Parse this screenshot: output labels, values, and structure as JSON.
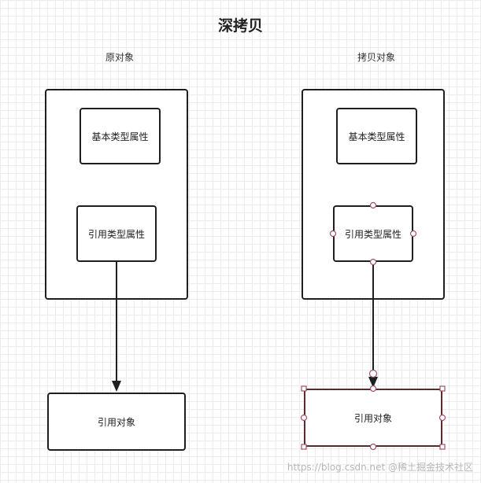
{
  "title": "深拷贝",
  "left": {
    "label": "原对象",
    "basic_label": "基本类型属性",
    "ref_label": "引用类型属性",
    "target_label": "引用对象"
  },
  "right": {
    "label": "拷贝对象",
    "basic_label": "基本类型属性",
    "ref_label": "引用类型属性",
    "target_label": "引用对象"
  },
  "watermark": "https://blog.csdn.net @稀土掘金技术社区",
  "colors": {
    "stroke": "#1f1f1f",
    "selected_stroke": "#5b2a2a",
    "handle": "#a0506a",
    "grid": "#ececec"
  }
}
